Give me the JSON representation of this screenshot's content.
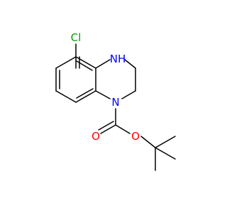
{
  "molecule": {
    "atoms": {
      "cl": {
        "text": "Cl",
        "color": "#00a000"
      },
      "nh": {
        "text": "NH",
        "color": "#0000ff"
      },
      "n_ring": {
        "text": "N",
        "color": "#0000ff"
      },
      "o_carbonyl": {
        "text": "O",
        "color": "#ff0000"
      },
      "o_ester": {
        "text": "O",
        "color": "#ff0000"
      }
    },
    "bond_color": "#000000"
  }
}
